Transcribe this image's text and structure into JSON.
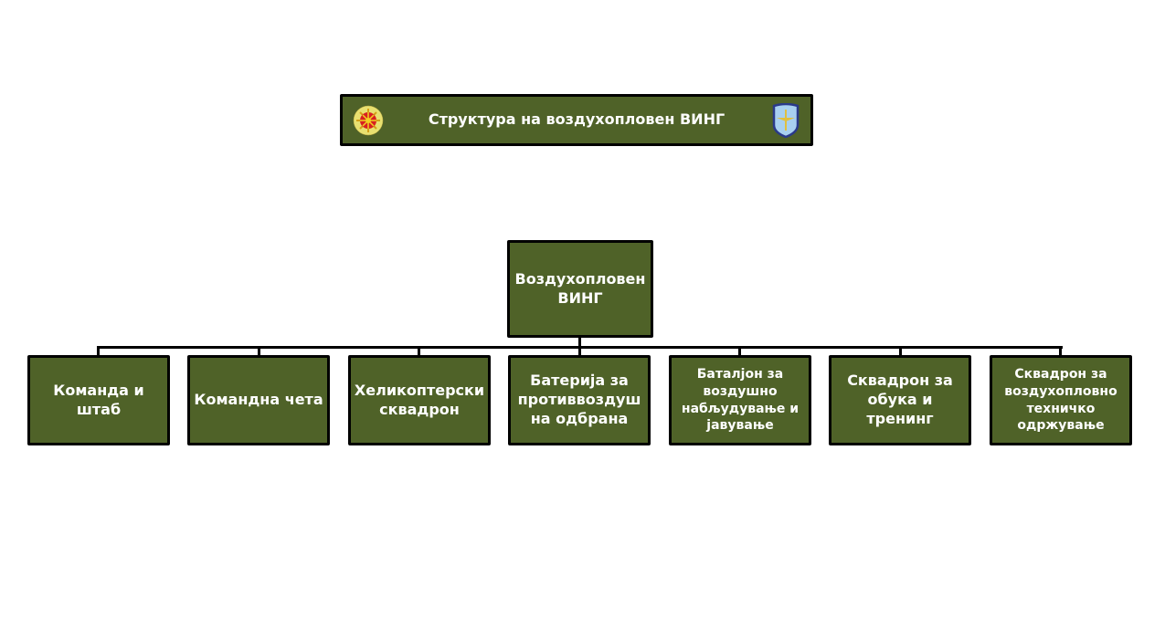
{
  "title": "Структура на воздухопловен ВИНГ",
  "root": "Воздухопловен\nВИНГ",
  "children": [
    "Команда и\nштаб",
    "Командна чета",
    "Хеликоптерски\nсквадрон",
    "Батерија за\nпротиввоздуш\nна одбрана",
    "Баталјон за\nвоздушно\nнабљудување и\nјавување",
    "Сквадрон за\nобука и\nтренинг",
    "Сквадрон за\nвоздухопловно\nтехничко\nодржување"
  ],
  "colors": {
    "box_fill": "#4f6228",
    "border": "#000000",
    "text": "#ffffff"
  },
  "icons": {
    "left": "sun-emblem-icon",
    "right": "air-force-shield-icon"
  }
}
